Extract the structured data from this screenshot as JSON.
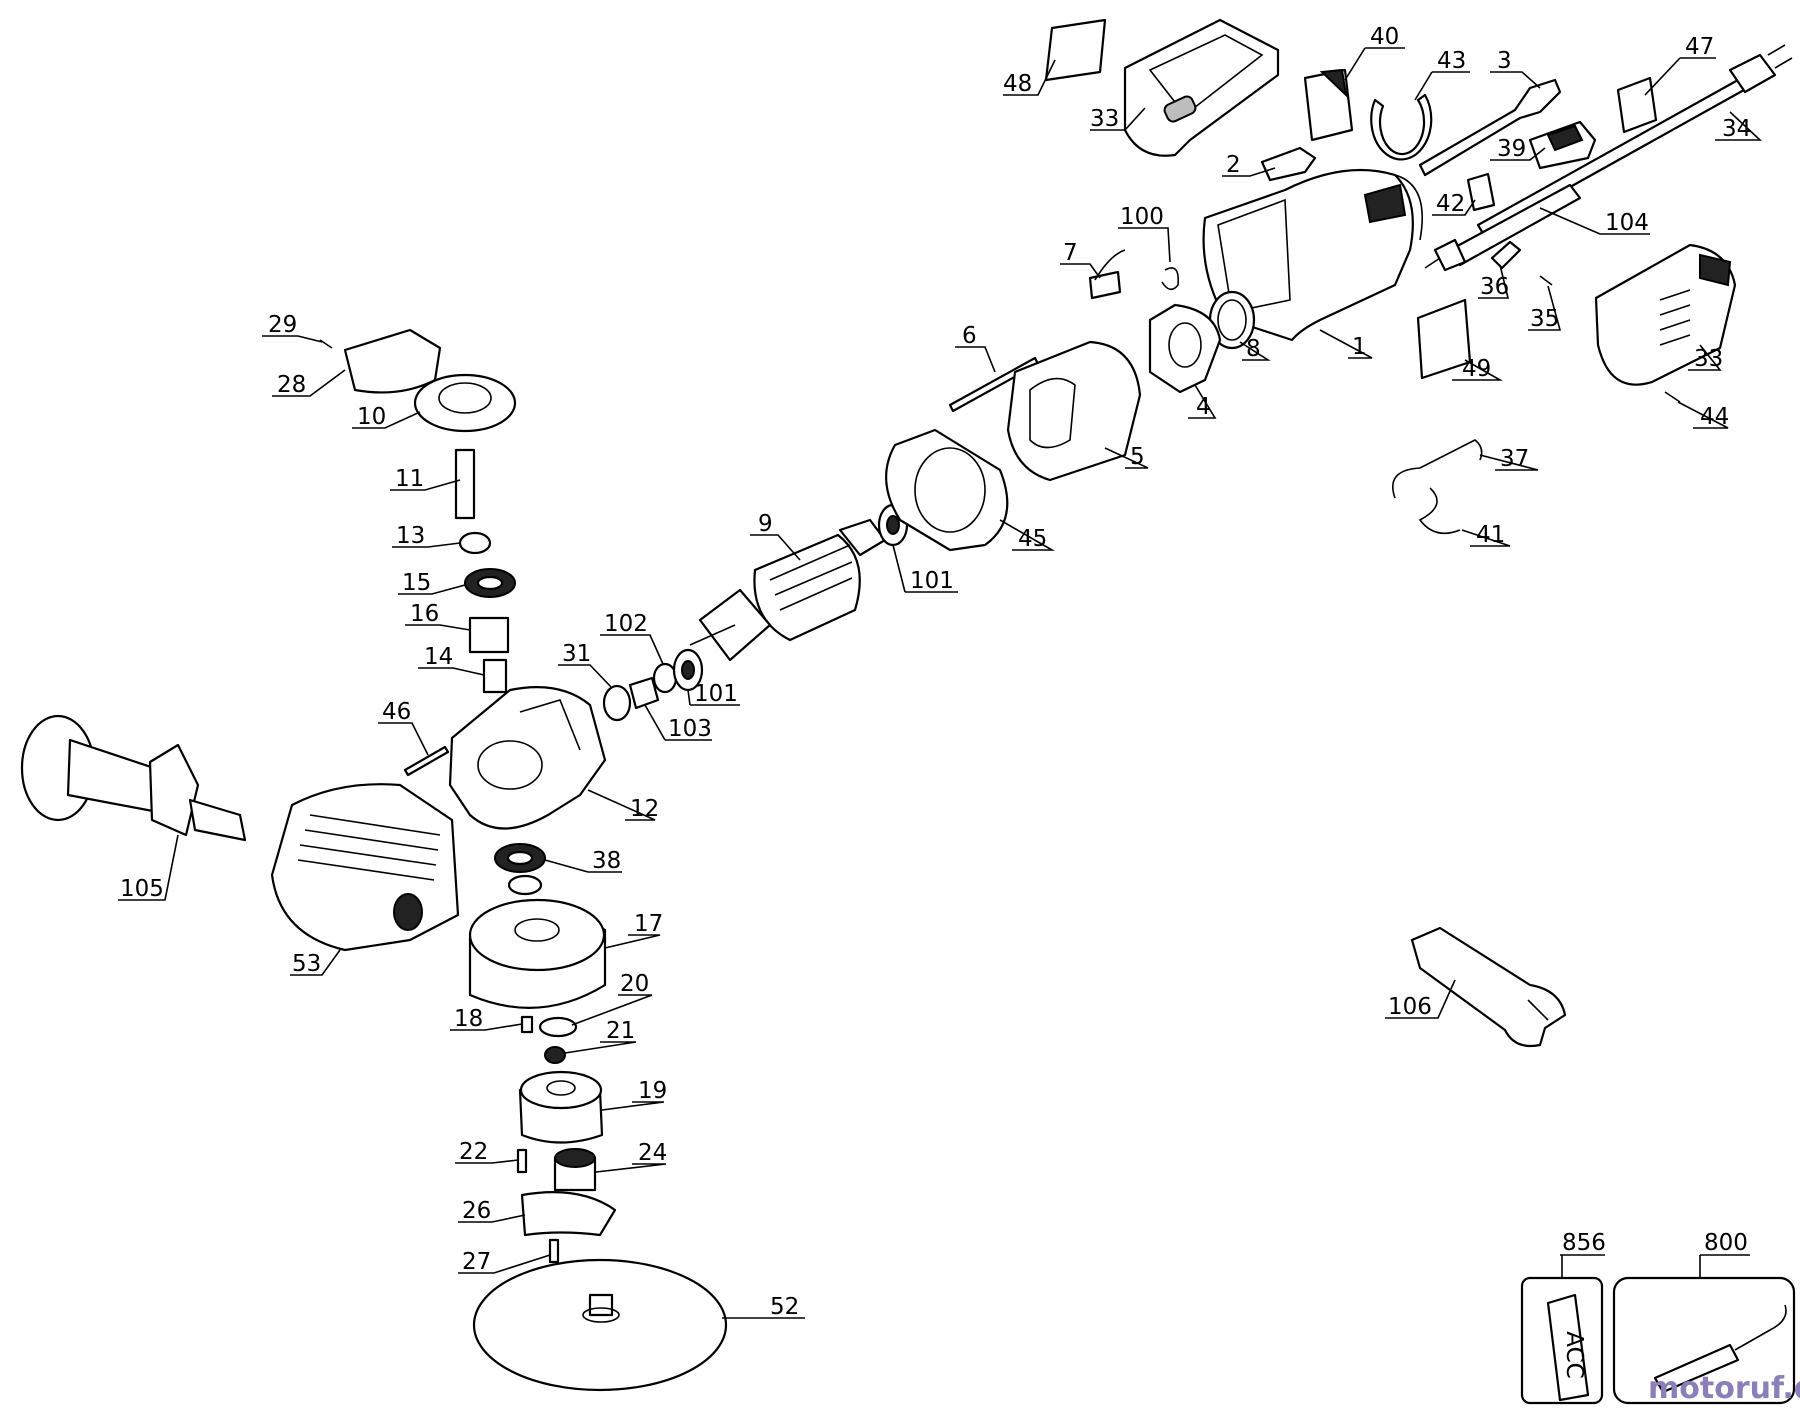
{
  "labels": [
    {
      "id": "48",
      "text": "48"
    },
    {
      "id": "33a",
      "text": "33"
    },
    {
      "id": "40",
      "text": "40"
    },
    {
      "id": "43",
      "text": "43"
    },
    {
      "id": "3",
      "text": "3"
    },
    {
      "id": "47",
      "text": "47"
    },
    {
      "id": "34",
      "text": "34"
    },
    {
      "id": "39",
      "text": "39"
    },
    {
      "id": "2",
      "text": "2"
    },
    {
      "id": "42",
      "text": "42"
    },
    {
      "id": "104",
      "text": "104"
    },
    {
      "id": "100",
      "text": "100"
    },
    {
      "id": "7",
      "text": "7"
    },
    {
      "id": "36",
      "text": "36"
    },
    {
      "id": "35",
      "text": "35"
    },
    {
      "id": "33b",
      "text": "33"
    },
    {
      "id": "1",
      "text": "1"
    },
    {
      "id": "8",
      "text": "8"
    },
    {
      "id": "49",
      "text": "49"
    },
    {
      "id": "6",
      "text": "6"
    },
    {
      "id": "29",
      "text": "29"
    },
    {
      "id": "4",
      "text": "4"
    },
    {
      "id": "44",
      "text": "44"
    },
    {
      "id": "28",
      "text": "28"
    },
    {
      "id": "10",
      "text": "10"
    },
    {
      "id": "5",
      "text": "5"
    },
    {
      "id": "37",
      "text": "37"
    },
    {
      "id": "11",
      "text": "11"
    },
    {
      "id": "9",
      "text": "9"
    },
    {
      "id": "45",
      "text": "45"
    },
    {
      "id": "41",
      "text": "41"
    },
    {
      "id": "13",
      "text": "13"
    },
    {
      "id": "15",
      "text": "15"
    },
    {
      "id": "101a",
      "text": "101"
    },
    {
      "id": "16",
      "text": "16"
    },
    {
      "id": "102",
      "text": "102"
    },
    {
      "id": "31",
      "text": "31"
    },
    {
      "id": "14",
      "text": "14"
    },
    {
      "id": "101b",
      "text": "101"
    },
    {
      "id": "46",
      "text": "46"
    },
    {
      "id": "103",
      "text": "103"
    },
    {
      "id": "12",
      "text": "12"
    },
    {
      "id": "38",
      "text": "38"
    },
    {
      "id": "105",
      "text": "105"
    },
    {
      "id": "17",
      "text": "17"
    },
    {
      "id": "53",
      "text": "53"
    },
    {
      "id": "20",
      "text": "20"
    },
    {
      "id": "18",
      "text": "18"
    },
    {
      "id": "21",
      "text": "21"
    },
    {
      "id": "106",
      "text": "106"
    },
    {
      "id": "19",
      "text": "19"
    },
    {
      "id": "22",
      "text": "22"
    },
    {
      "id": "24",
      "text": "24"
    },
    {
      "id": "26",
      "text": "26"
    },
    {
      "id": "27",
      "text": "27"
    },
    {
      "id": "52",
      "text": "52"
    },
    {
      "id": "856",
      "text": "856"
    },
    {
      "id": "800",
      "text": "800"
    }
  ],
  "box_856_text": "ACC",
  "watermark": "motoruf.de"
}
